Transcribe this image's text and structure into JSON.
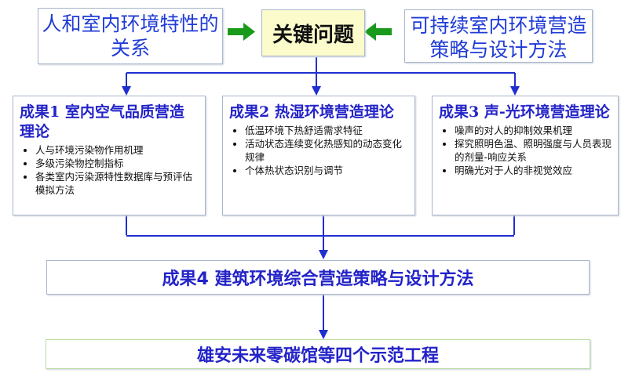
{
  "top": {
    "left": "人和室内环境特性的关系",
    "center": "关键问题",
    "right": "可持续室内环境营造策略与设计方法"
  },
  "results": [
    {
      "title": "成果1 室内空气品质营造理论",
      "items": [
        "人与环境污染物作用机理",
        "多级污染物控制指标",
        "各类室内污染源特性数据库与预评估模拟方法"
      ]
    },
    {
      "title": "成果2 热湿环境营造理论",
      "items": [
        "低温环境下热舒适需求特征",
        "活动状态连续变化热感知的动态变化规律",
        "个体热状态识别与调节"
      ]
    },
    {
      "title": "成果3 声-光环境营造理论",
      "items": [
        "噪声的对人的抑制效果机理",
        "探究照明色温、照明强度与人员表现的剂量-响应关系",
        "明确光对于人的非视觉效应"
      ]
    }
  ],
  "result4": "成果4 建筑环境综合营造策略与设计方法",
  "demo": "雄安未来零碳馆等四个示范工程",
  "colors": {
    "arrow_green": "#1a9a1a",
    "line_blue": "#1f2fd0"
  }
}
